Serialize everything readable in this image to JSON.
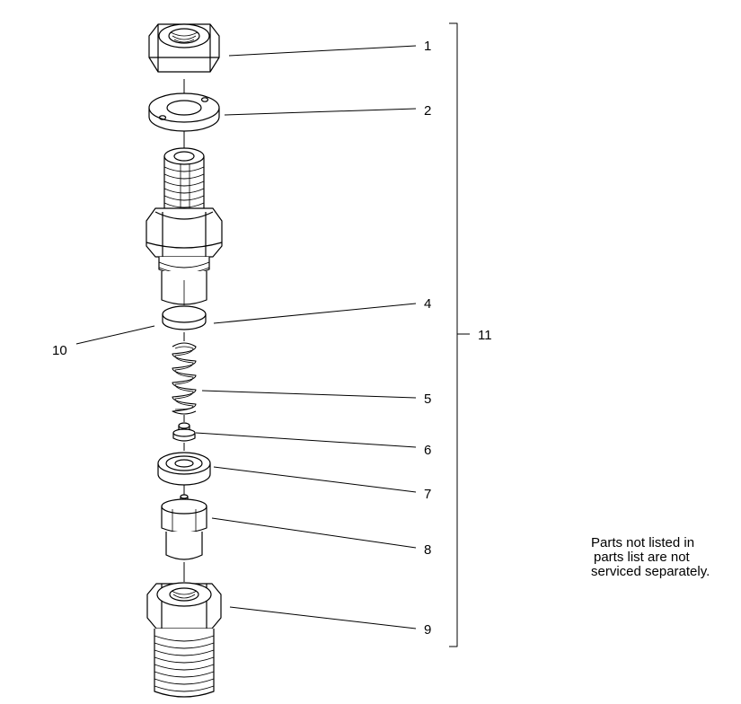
{
  "callouts": {
    "c1": "1",
    "c2": "2",
    "c4": "4",
    "c5": "5",
    "c6": "6",
    "c7": "7",
    "c8": "8",
    "c9": "9",
    "c10": "10",
    "c11": "11"
  },
  "note": {
    "line1": "Parts not listed in",
    "line2": "parts list are not",
    "line3": "serviced separately."
  }
}
